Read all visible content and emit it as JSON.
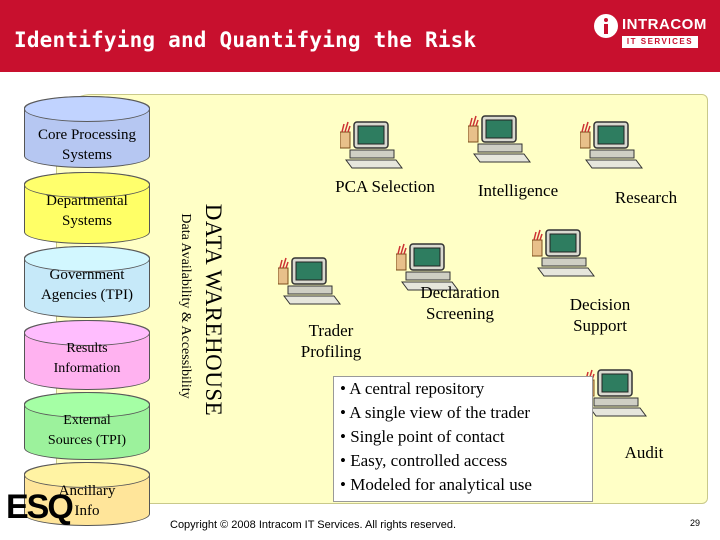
{
  "header": {
    "title": "Identifying and Quantifying the Risk",
    "bg_color": "#c8102e"
  },
  "logo": {
    "name": "INTRACOM",
    "sub": "IT SERVICES"
  },
  "sources": [
    {
      "label": "Core Processing Systems",
      "color": "#b6c7f2"
    },
    {
      "label": "Departmental Systems",
      "color": "#ffff66"
    },
    {
      "label": "Government Agencies (TPI)",
      "color": "#c6e9f9"
    },
    {
      "label": "Results Information",
      "color": "#ffb2f0"
    },
    {
      "label": "External Sources (TPI)",
      "color": "#9cf29c"
    },
    {
      "label": "Ancillary Info",
      "color": "#ffe59a"
    }
  ],
  "warehouse": {
    "title": "DATA WAREHOUSE",
    "subtitle": "Data Availability & Accessibility"
  },
  "functions": {
    "pca": "PCA Selection",
    "intelligence": "Intelligence",
    "research": "Research",
    "trader_profiling_1": "Trader",
    "trader_profiling_2": "Profiling",
    "declaration_1": "Declaration",
    "declaration_2": "Screening",
    "decision_1": "Decision",
    "decision_2": "Support",
    "audit": "Audit"
  },
  "bullets": [
    "• A central repository",
    "• A single view of the trader",
    "• Single point of contact",
    "• Easy, controlled access",
    "• Modeled for analytical use"
  ],
  "footer": {
    "copyright": "Copyright © 2008 Intracom IT Services. All rights reserved.",
    "page": "29",
    "mark": "ESQ"
  },
  "icons": [
    "computer-workstation-icon",
    "intracom-logo-icon"
  ]
}
